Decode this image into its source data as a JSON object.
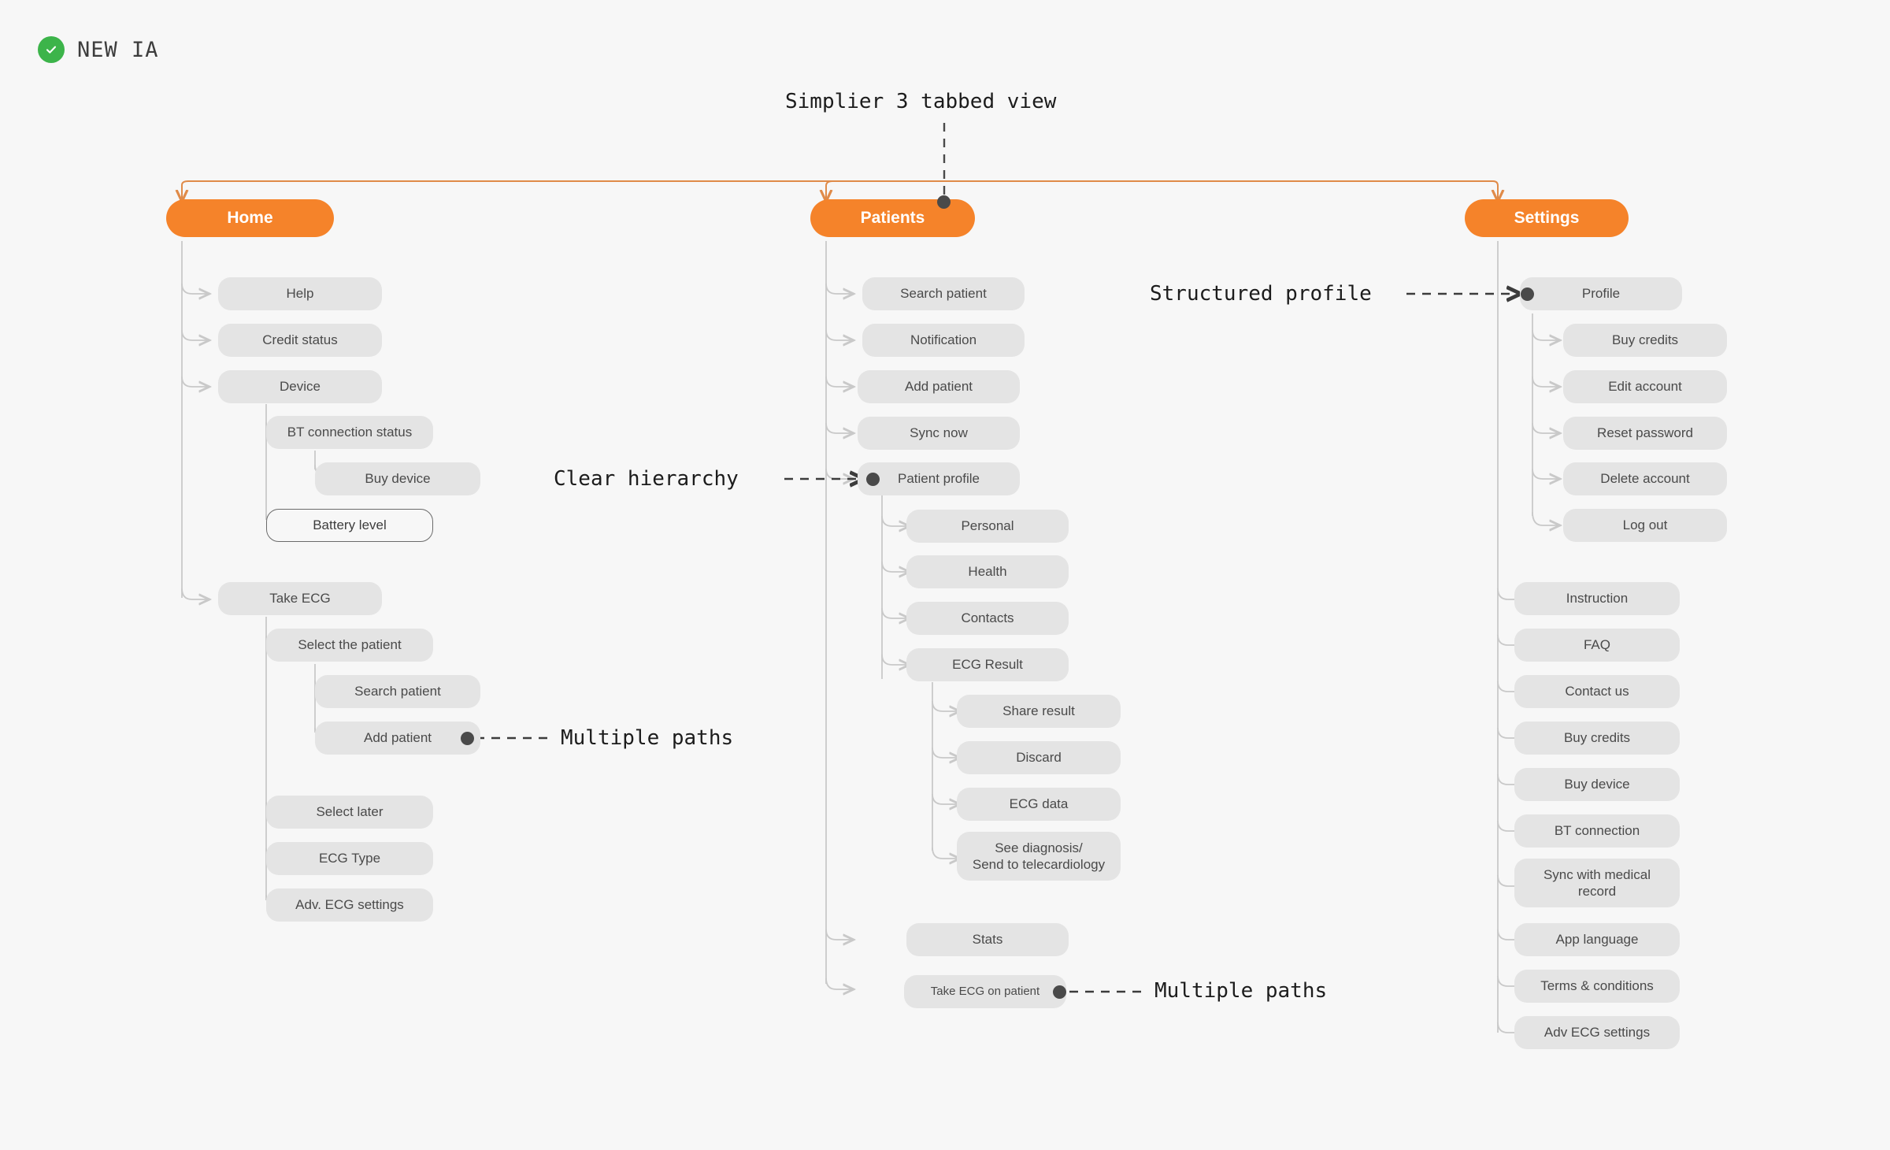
{
  "header": {
    "status_icon": "check-circle-icon",
    "title": "NEW IA",
    "accent_green": "#3cb44a"
  },
  "theme": {
    "background": "#f7f7f7",
    "tab_orange": "#F5832A",
    "node_gray": "#e4e4e4",
    "node_text": "#4a4a4a",
    "connector_gray": "#c9c9c9",
    "annotation_black": "#1c1c1c"
  },
  "tabs": [
    {
      "label": "Home"
    },
    {
      "label": "Patients"
    },
    {
      "label": "Settings"
    }
  ],
  "annotations": [
    {
      "text": "Simplier 3 tabbed view",
      "target": "tab-patients"
    },
    {
      "text": "Structured profile",
      "target": "node-profile"
    },
    {
      "text": "Clear hierarchy",
      "target": "node-patient-profile"
    },
    {
      "text": "Multiple paths",
      "target": "node-add-patient-home"
    },
    {
      "text": "Multiple paths",
      "target": "node-take-ecg-on-patient"
    }
  ],
  "home": {
    "tab": "Home",
    "items": [
      {
        "label": "Help"
      },
      {
        "label": "Credit status"
      },
      {
        "label": "Device"
      },
      {
        "label": "BT connection status"
      },
      {
        "label": "Buy device"
      },
      {
        "label": "Battery level"
      },
      {
        "label": "Take ECG"
      },
      {
        "label": "Select the patient"
      },
      {
        "label": "Search patient"
      },
      {
        "label": "Add patient"
      },
      {
        "label": "Select later"
      },
      {
        "label": "ECG Type"
      },
      {
        "label": "Adv. ECG settings"
      }
    ]
  },
  "patients": {
    "tab": "Patients",
    "items": [
      {
        "label": "Search patient"
      },
      {
        "label": "Notification"
      },
      {
        "label": "Add patient"
      },
      {
        "label": "Sync now"
      },
      {
        "label": "Patient profile"
      },
      {
        "label": "Personal"
      },
      {
        "label": "Health"
      },
      {
        "label": "Contacts"
      },
      {
        "label": "ECG Result"
      },
      {
        "label": "Share result"
      },
      {
        "label": "Discard"
      },
      {
        "label": "ECG data"
      },
      {
        "label": "See diagnosis/\nSend to telecardiology"
      },
      {
        "label": "Stats"
      },
      {
        "label": "Take ECG on patient"
      }
    ]
  },
  "settings": {
    "tab": "Settings",
    "items": [
      {
        "label": "Profile"
      },
      {
        "label": "Buy credits"
      },
      {
        "label": "Edit account"
      },
      {
        "label": "Reset password"
      },
      {
        "label": "Delete account"
      },
      {
        "label": "Log out"
      },
      {
        "label": "Instruction"
      },
      {
        "label": "FAQ"
      },
      {
        "label": "Contact us"
      },
      {
        "label": "Buy credits"
      },
      {
        "label": "Buy device"
      },
      {
        "label": "BT connection"
      },
      {
        "label": "Sync with medical\nrecord"
      },
      {
        "label": "App language"
      },
      {
        "label": "Terms & conditions"
      },
      {
        "label": "Adv ECG settings"
      }
    ]
  }
}
